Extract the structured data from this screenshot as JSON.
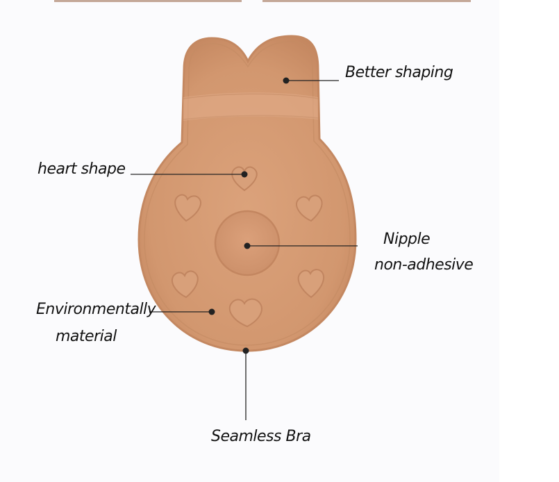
{
  "colors": {
    "background": "#fbfbfd",
    "pad_fill": "#d49a73",
    "pad_edge": "#c98d66",
    "pad_shadow": "#bb7e58",
    "leader_line": "#222222",
    "label_text": "#111111"
  },
  "labels": {
    "better_shaping": "Better shaping",
    "heart_shape": "heart shape",
    "nipple": "Nipple",
    "non_adhesive": "non-adhesive",
    "environmentally": "Environmentally",
    "material": "material",
    "seamless_bra": "Seamless Bra"
  }
}
